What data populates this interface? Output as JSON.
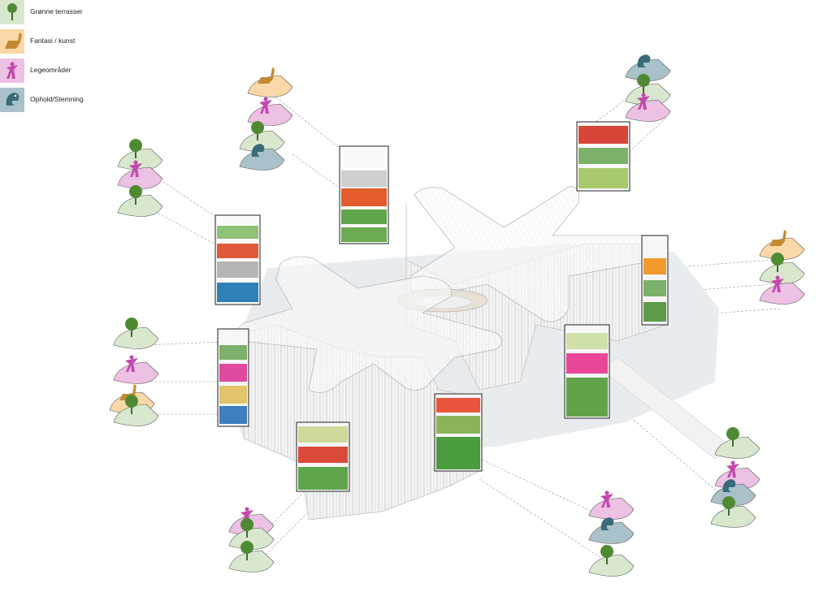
{
  "legend": {
    "items": [
      {
        "label": "Grønne terrasser",
        "icon": "tree-icon",
        "color": "#d9e7cf"
      },
      {
        "label": "Fantasi / kunst",
        "icon": "giraffe-icon",
        "color": "#fbd8a7"
      },
      {
        "label": "Legeområder",
        "icon": "playing-figure-icon",
        "color": "#ecc1e4"
      },
      {
        "label": "Ophold/Stemning",
        "icon": "bird-icon",
        "color": "#a9c2c9"
      }
    ]
  },
  "colors": {
    "green": "#d9e7cf",
    "orange": "#fbd8a7",
    "pink": "#ecc1e4",
    "teal": "#a9c2c9",
    "tree": "#4f8a33",
    "giraffe": "#c38a34",
    "figure": "#c347ad",
    "bird": "#3b6a78"
  }
}
